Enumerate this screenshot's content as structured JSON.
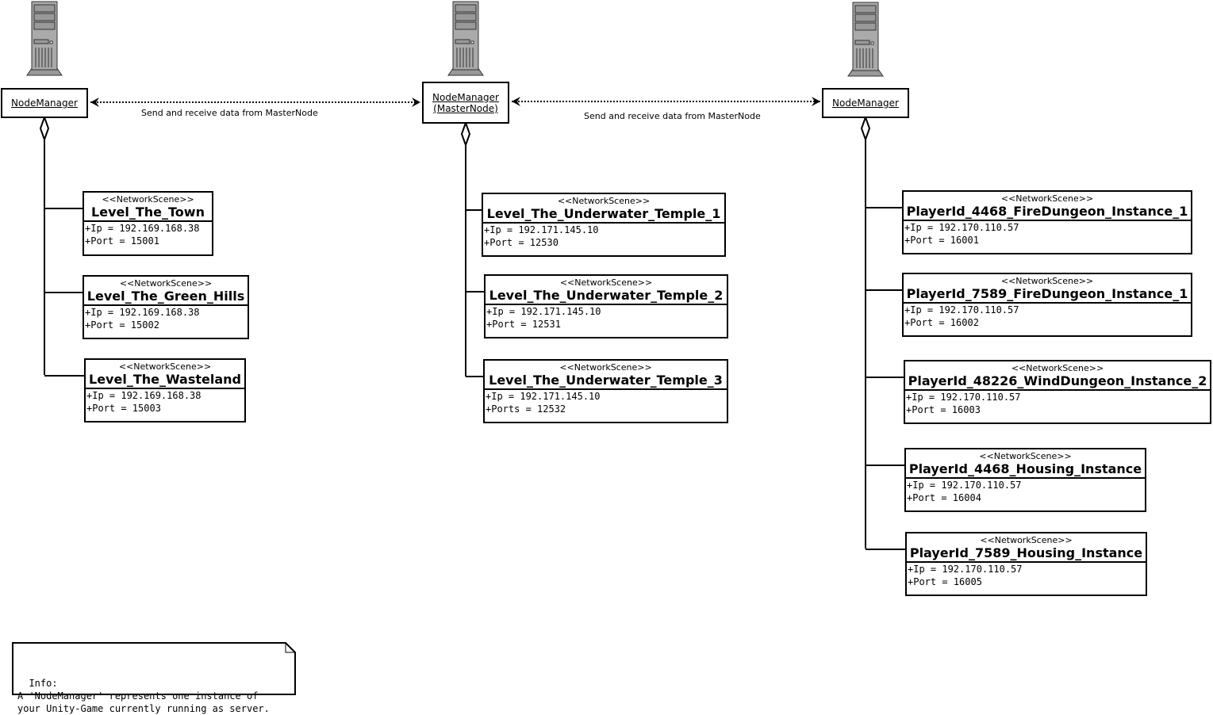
{
  "nodes": [
    {
      "label": "NodeManager",
      "subtitle": ""
    },
    {
      "label": "NodeManager",
      "subtitle": "(MasterNode)"
    },
    {
      "label": "NodeManager",
      "subtitle": ""
    }
  ],
  "connections": [
    {
      "label": "Send and receive data from MasterNode"
    },
    {
      "label": "Send and receive data from MasterNode"
    }
  ],
  "scenes": [
    {
      "stereotype": "<<NetworkScene>>",
      "name": "Level_The_Town",
      "ip": "+Ip = 192.169.168.38",
      "port": "+Port = 15001"
    },
    {
      "stereotype": "<<NetworkScene>>",
      "name": "Level_The_Green_Hills",
      "ip": "+Ip = 192.169.168.38",
      "port": "+Port = 15002"
    },
    {
      "stereotype": "<<NetworkScene>>",
      "name": "Level_The_Wasteland",
      "ip": "+Ip = 192.169.168.38",
      "port": "+Port = 15003"
    },
    {
      "stereotype": "<<NetworkScene>>",
      "name": "Level_The_Underwater_Temple_1",
      "ip": "+Ip = 192.171.145.10",
      "port": "+Port = 12530"
    },
    {
      "stereotype": "<<NetworkScene>>",
      "name": "Level_The_Underwater_Temple_2",
      "ip": "+Ip = 192.171.145.10",
      "port": "+Port = 12531"
    },
    {
      "stereotype": "<<NetworkScene>>",
      "name": "Level_The_Underwater_Temple_3",
      "ip": "+Ip = 192.171.145.10",
      "port": "+Ports = 12532"
    },
    {
      "stereotype": "<<NetworkScene>>",
      "name": "PlayerId_4468_FireDungeon_Instance_1",
      "ip": "+Ip = 192.170.110.57",
      "port": "+Port = 16001"
    },
    {
      "stereotype": "<<NetworkScene>>",
      "name": "PlayerId_7589_FireDungeon_Instance_1",
      "ip": "+Ip = 192.170.110.57",
      "port": "+Port = 16002"
    },
    {
      "stereotype": "<<NetworkScene>>",
      "name": "PlayerId_48226_WindDungeon_Instance_2",
      "ip": "+Ip = 192.170.110.57",
      "port": "+Port = 16003"
    },
    {
      "stereotype": "<<NetworkScene>>",
      "name": "PlayerId_4468_Housing_Instance",
      "ip": "+Ip = 192.170.110.57",
      "port": "+Port = 16004"
    },
    {
      "stereotype": "<<NetworkScene>>",
      "name": "PlayerId_7589_Housing_Instance",
      "ip": "+Ip = 192.170.110.57",
      "port": "+Port = 16005"
    }
  ],
  "note": {
    "text": "Info:\nA 'NodeManager' represents one instance of\nyour Unity-Game currently running as server."
  }
}
